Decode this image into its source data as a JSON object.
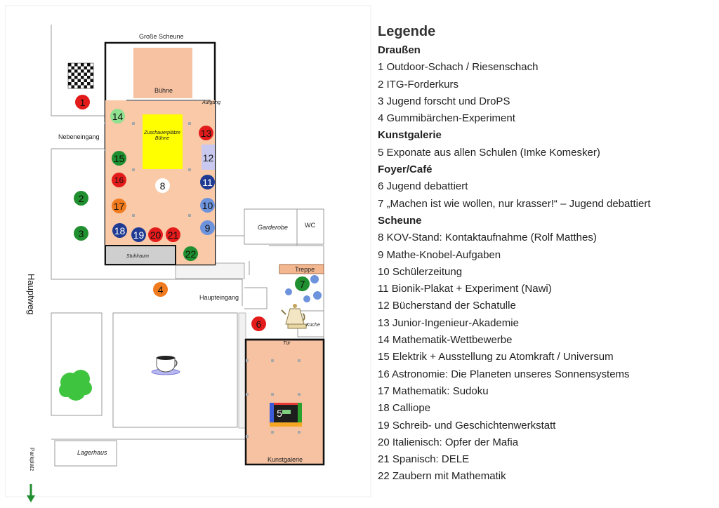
{
  "colors": {
    "red": "#e31b1b",
    "green": "#1f8f2f",
    "orange": "#f07a1e",
    "navy": "#1f3a93",
    "lightblue": "#6d93dd",
    "lightgreen": "#8fe08f",
    "white": "#ffffff",
    "pink": "#f9c9a8",
    "stage": "#f6c2a2",
    "yellow": "#ffff00",
    "gray": "#cfcfcf"
  },
  "map": {
    "labels": {
      "grosse_scheune": "Große Scheune",
      "buehne": "Bühne",
      "aufgang": "Aufgang",
      "nebeneingang": "Nebeneingang",
      "zuschauer": "Zuschauerplätze Bühne",
      "stuhlraum": "Stuhlraum",
      "garderobe": "Garderobe",
      "wc": "WC",
      "treppe": "Treppe",
      "haupteingang": "Haupteingang",
      "kueche": "Küche",
      "tuer": "Tür",
      "kunstgalerie": "Kunstgalerie",
      "lagerhaus": "Lagerhaus",
      "hauptweg": "Hauptweg",
      "parkplatz": "Parkplatz"
    },
    "markers": [
      {
        "n": "1",
        "color": "red"
      },
      {
        "n": "2",
        "color": "green"
      },
      {
        "n": "3",
        "color": "green"
      },
      {
        "n": "4",
        "color": "orange"
      },
      {
        "n": "5",
        "color": "none"
      },
      {
        "n": "6",
        "color": "red"
      },
      {
        "n": "7",
        "color": "green"
      },
      {
        "n": "8",
        "color": "white"
      },
      {
        "n": "9",
        "color": "lightblue"
      },
      {
        "n": "10",
        "color": "lightblue"
      },
      {
        "n": "11",
        "color": "navy"
      },
      {
        "n": "12",
        "color": "lavender"
      },
      {
        "n": "13",
        "color": "red"
      },
      {
        "n": "14",
        "color": "lightgreen"
      },
      {
        "n": "15",
        "color": "green"
      },
      {
        "n": "16",
        "color": "red"
      },
      {
        "n": "17",
        "color": "orange"
      },
      {
        "n": "18",
        "color": "navy"
      },
      {
        "n": "19",
        "color": "navy"
      },
      {
        "n": "20",
        "color": "red"
      },
      {
        "n": "21",
        "color": "red"
      },
      {
        "n": "22",
        "color": "green"
      }
    ]
  },
  "legend": {
    "title": "Legende",
    "sections": [
      {
        "name": "Draußen",
        "items": [
          "1 Outdoor-Schach / Riesenschach",
          "2 ITG-Forderkurs",
          "3 Jugend forscht und DroPS",
          "4 Gummibärchen-Experiment"
        ]
      },
      {
        "name": "Kunstgalerie",
        "items": [
          "5 Exponate aus allen Schulen (Imke Komesker)"
        ]
      },
      {
        "name": "Foyer/Café",
        "items": [
          "6 Jugend debattiert",
          "7 „Machen ist wie wollen, nur krasser!“ – Jugend debattiert"
        ]
      },
      {
        "name": "Scheune",
        "items": [
          "8 KOV-Stand: Kontaktaufnahme (Rolf Matthes)",
          "9 Mathe-Knobel-Aufgaben",
          "10 Schülerzeitung",
          "11 Bionik-Plakat + Experiment (Nawi)",
          "12 Bücherstand der Schatulle",
          "13 Junior-Ingenieur-Akademie",
          "14 Mathematik-Wettbewerbe",
          "15 Elektrik + Ausstellung zu Atomkraft / Universum",
          "16 Astronomie: Die Planeten unseres Sonnensystems",
          "17 Mathematik: Sudoku",
          "18 Calliope",
          "19 Schreib- und Geschichtenwerkstatt",
          "20 Italienisch: Opfer der Mafia",
          "21 Spanisch: DELE",
          "22 Zaubern mit Mathematik"
        ]
      }
    ]
  }
}
